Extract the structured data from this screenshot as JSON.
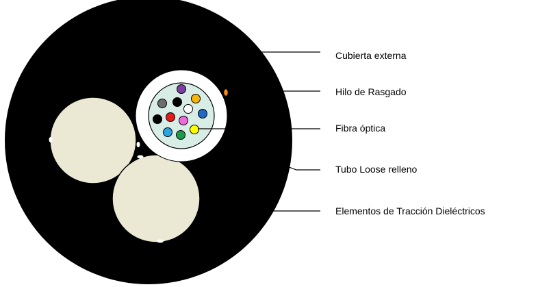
{
  "diagram": {
    "labels": {
      "outer_sheath": "Cubierta externa",
      "ripcord": "Hilo de Rasgado",
      "optical_fiber": "Fibra óptica",
      "loose_tube": "Tubo Loose relleno",
      "strength_members": "Elementos de Tracción Dieléctricos"
    },
    "colors": {
      "sheath": "#000000",
      "strength_member_fill": "#ebe8d3",
      "tube_fill": "#ffffff",
      "gel_fill": "#d9ede7",
      "ripcord": "#f38b14",
      "fibers": [
        "#7a3fa0",
        "#6e6e6e",
        "#000000",
        "#f6b50a",
        "#2169c3",
        "#ffffff",
        "#000000",
        "#e31b1b",
        "#ec6ad9",
        "#ffff00",
        "#2ba5df",
        "#1f9a4c"
      ]
    }
  }
}
